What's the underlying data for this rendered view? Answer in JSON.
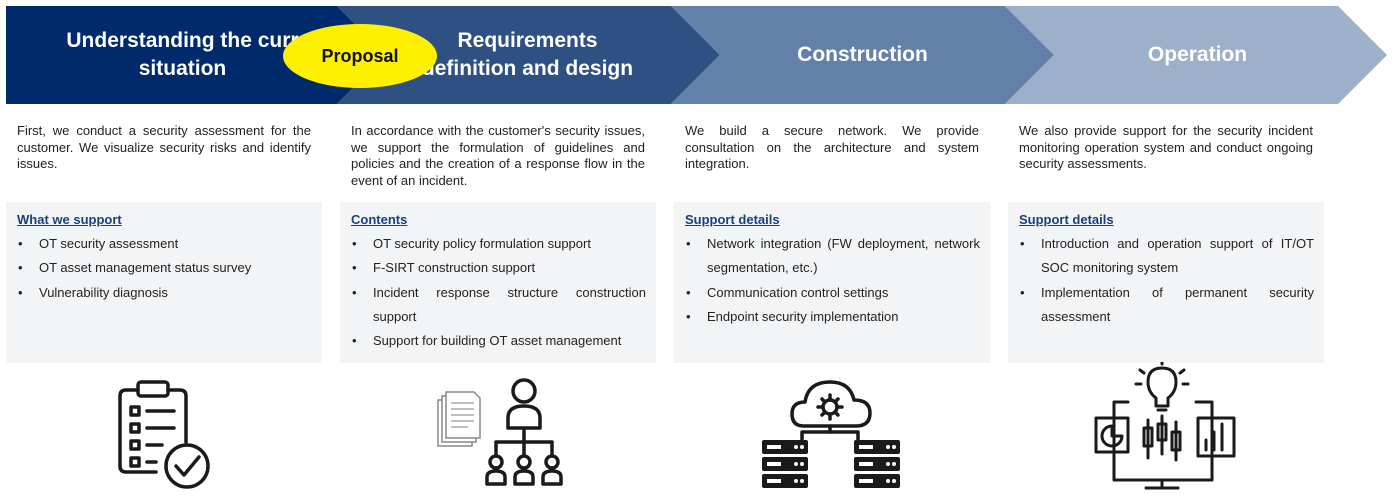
{
  "badge": "Proposal",
  "phases": [
    {
      "title": "Understanding the curr\nsituation",
      "intro": "First, we conduct a security assessment for the customer. We visualize security risks and identify issues.",
      "box_heading": "What we support",
      "items": [
        "OT security assessment",
        "OT asset management status survey",
        "Vulnerability diagnosis"
      ]
    },
    {
      "title": "Requirements\ndefinition and design",
      "intro": "In accordance with the customer's security issues, we support the formulation of guidelines and policies and the creation of a response flow in the event of an incident.",
      "box_heading": "Contents",
      "items": [
        "OT security policy formulation support",
        "F-SIRT construction support",
        "Incident response structure construction support",
        "Support for building OT asset management"
      ]
    },
    {
      "title": "Construction",
      "intro": "We build a secure network. We provide consultation on the architecture and system integration.",
      "box_heading": "Support details",
      "items": [
        "Network integration (FW deployment, network segmentation, etc.)",
        "Communication control settings",
        "Endpoint security implementation"
      ]
    },
    {
      "title": "Operation",
      "intro": "We also provide support for the security incident monitoring operation system and conduct ongoing security assessments.",
      "box_heading": "Support details",
      "items": [
        "Introduction and operation support of IT/OT SOC monitoring system",
        "Implementation of permanent security assessment"
      ]
    }
  ],
  "colors": {
    "phase_1": "#002a6b",
    "phase_2": "#2e5083",
    "phase_3": "#6380a8",
    "phase_4": "#9cb0c9",
    "badge": "#ffef00",
    "heading_text": "#1a3f7a",
    "box_bg": "#f3f4f6"
  },
  "icons": [
    "checklist-clipboard-icon",
    "document-org-chart-icon",
    "cloud-server-network-icon",
    "monitor-analytics-lightbulb-icon"
  ]
}
